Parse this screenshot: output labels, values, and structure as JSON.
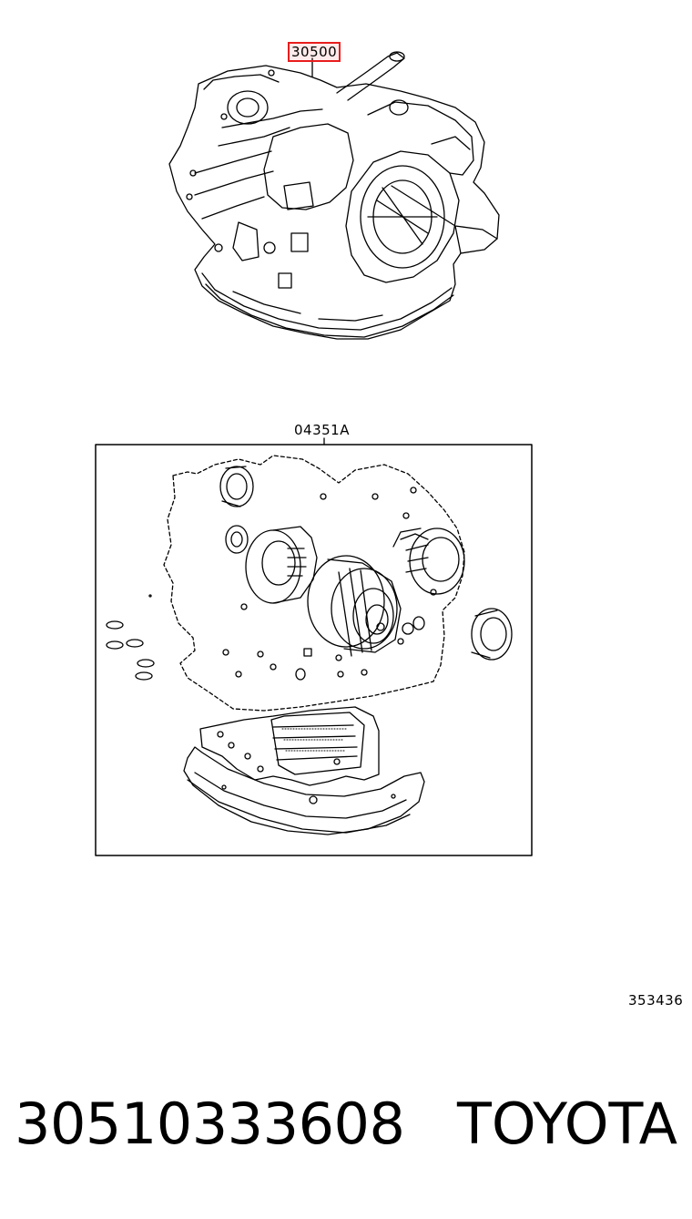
{
  "diagram": {
    "callouts": {
      "transmission_assembly": "30500",
      "overhaul_kit": "04351A"
    },
    "diagram_id": "353436",
    "highlight_color": "#e81d1d"
  },
  "footer": {
    "part_number": "30510333608",
    "brand": "TOYOTA"
  }
}
